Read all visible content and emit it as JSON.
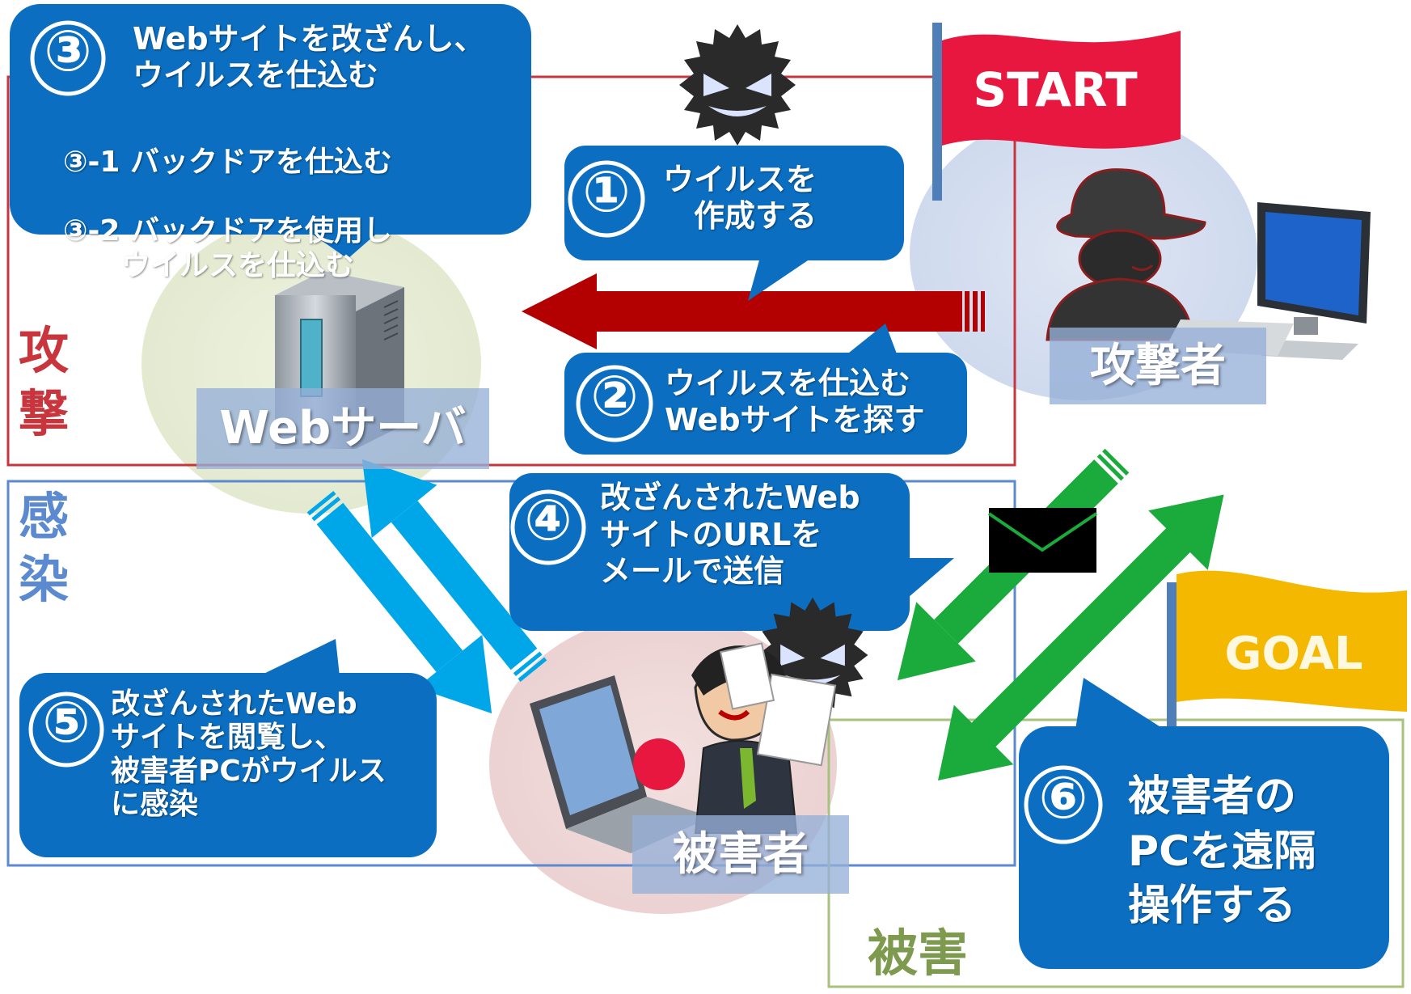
{
  "colors": {
    "attack": "#c9353d",
    "infect": "#5b8ad0",
    "damage": "#a6c27c",
    "bubble": "#0b6ec0",
    "start_flag": "#e8173f",
    "goal_flag": "#f5b800",
    "red_arrow": "#b30000",
    "blue_arrow": "#00a7e8",
    "green_arrow": "#1aab3c"
  },
  "sections": {
    "attack": "攻\n撃",
    "infect": "感\n染",
    "damage": "被害"
  },
  "flags": {
    "start": "START",
    "goal": "GOAL"
  },
  "actors": {
    "server": "Webサーバ",
    "attacker": "攻撃者",
    "victim": "被害者"
  },
  "steps": [
    {
      "num": "③",
      "text": "Webサイトを改ざんし、\nウイルスを仕込む"
    },
    {
      "num": "①",
      "text": "ウイルスを\n　作成する"
    },
    {
      "num": "②",
      "text": "ウイルスを仕込む\nWebサイトを探す"
    },
    {
      "num": "④",
      "text": "改ざんされたWeb\nサイトのURLを\nメールで送信"
    },
    {
      "num": "⑤",
      "text": "改ざんされたWeb\nサイトを閲覧し、\n被害者PCがウイルス\nに感染"
    },
    {
      "num": "⑥",
      "text": "被害者の\nPCを遠隔\n操作する"
    }
  ],
  "substeps": [
    "③-1 バックドアを仕込む",
    "③-2 バックドアを使用し\n　　ウイルスを仕込む"
  ],
  "icons": [
    "virus-icon",
    "server-icon",
    "hacker-icon",
    "monitor-icon",
    "laptop-icon",
    "victim-icon",
    "mail-icon"
  ]
}
